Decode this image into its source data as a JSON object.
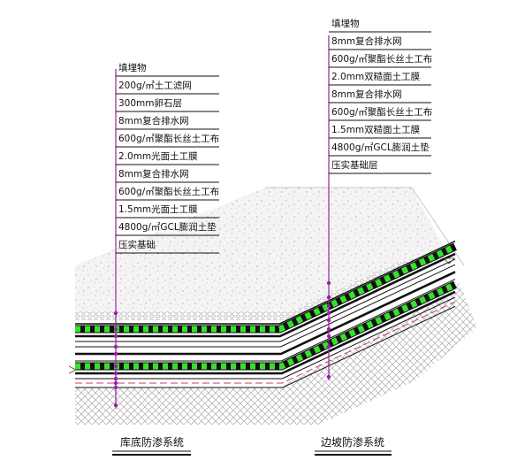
{
  "left_stack": {
    "labels": [
      "填埋物",
      "200g/㎡土工滤网",
      "300mm卵石层",
      "8mm复合排水网",
      "600g/㎡聚酯长丝土工布",
      "2.0mm光面土工膜",
      "8mm复合排水网",
      "600g/㎡聚酯长丝土工布",
      "1.5mm光面土工膜",
      "4800g/㎡GCL膨润土垫",
      "压实基础"
    ]
  },
  "right_stack": {
    "labels": [
      "填埋物",
      "8mm复合排水网",
      "600g/㎡聚酯长丝土工布",
      "2.0mm双糙面土工膜",
      "8mm复合排水网",
      "600g/㎡聚酯长丝土工布",
      "1.5mm双糙面土工膜",
      "4800g/㎡GCL膨润土垫",
      "压实基础层"
    ]
  },
  "captions": {
    "bottom_system": "库底防渗系统",
    "slope_system": "边坡防渗系统"
  },
  "colors": {
    "line": "#111111",
    "leader": "#9b1fa8",
    "drain_green": "#35e22a",
    "pink_dash": "#c0406a"
  }
}
